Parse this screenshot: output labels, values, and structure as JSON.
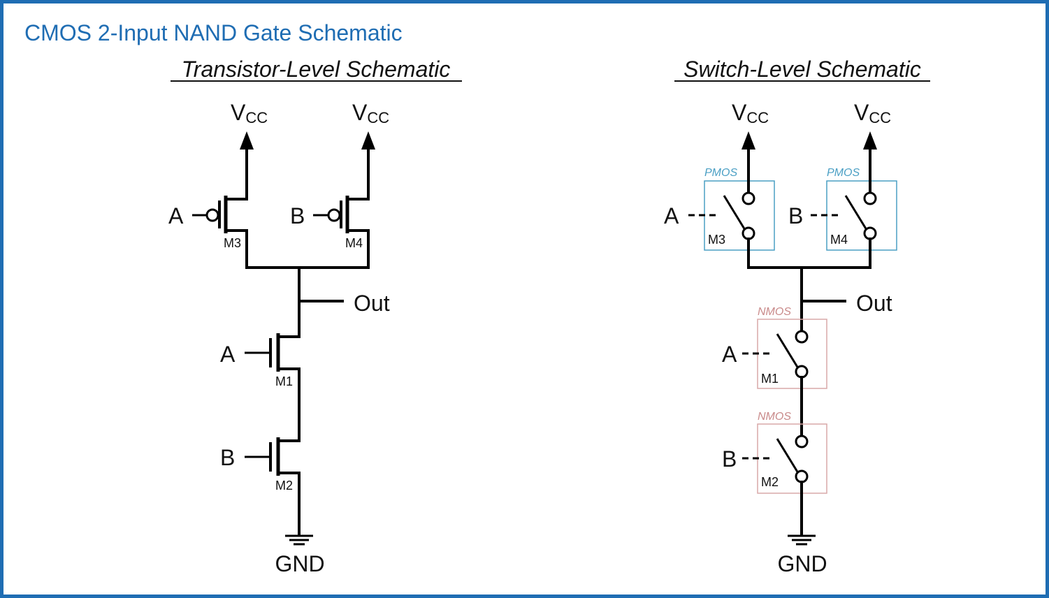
{
  "title": "CMOS 2-Input NAND Gate Schematic",
  "colors": {
    "frame": "#1f6db3",
    "pmos": "#4a9fc4",
    "nmos": "#c98a8a",
    "ink": "#000000"
  },
  "transistor_level": {
    "heading": "Transistor-Level Schematic",
    "vcc_main": "V",
    "vcc_sub": "CC",
    "gnd": "GND",
    "out": "Out",
    "input_a": "A",
    "input_b": "B",
    "m1": "M1",
    "m2": "M2",
    "m3": "M3",
    "m4": "M4"
  },
  "switch_level": {
    "heading": "Switch-Level Schematic",
    "vcc_main": "V",
    "vcc_sub": "CC",
    "gnd": "GND",
    "out": "Out",
    "input_a": "A",
    "input_b": "B",
    "m1": "M1",
    "m2": "M2",
    "m3": "M3",
    "m4": "M4",
    "pmos_label": "PMOS",
    "nmos_label": "NMOS"
  }
}
